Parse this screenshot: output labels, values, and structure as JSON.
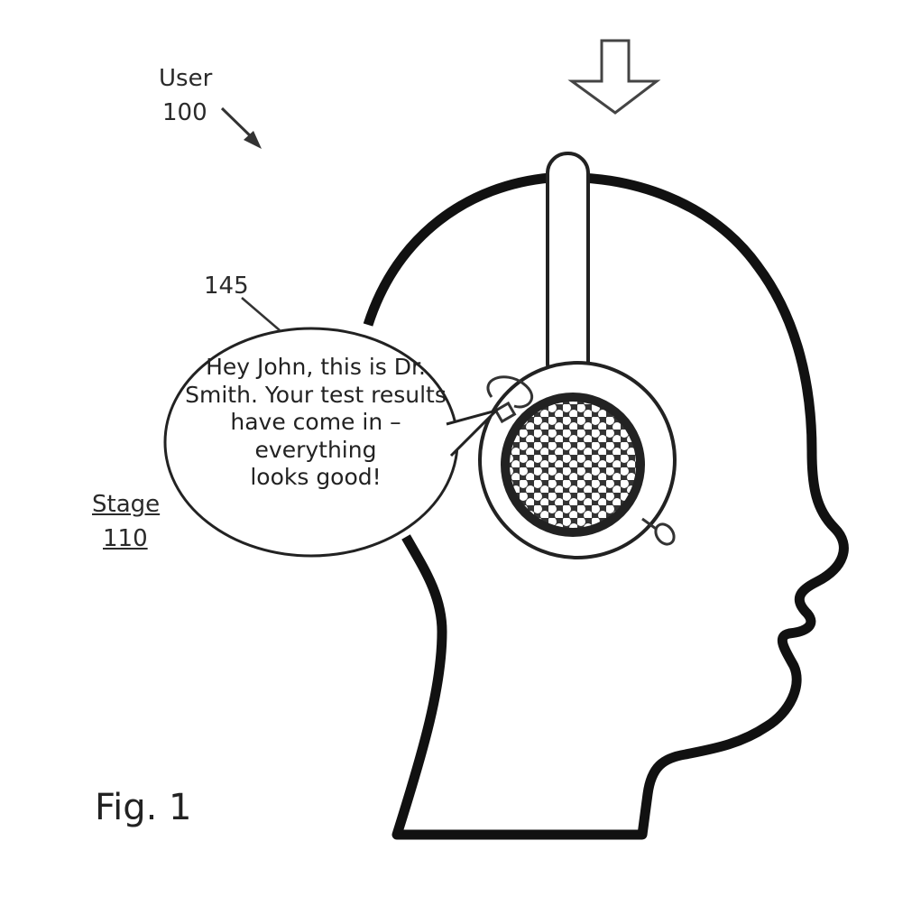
{
  "labels": {
    "user": "User",
    "user_ref": "100",
    "bubble_ref": "145",
    "stage": "Stage",
    "stage_ref": "110",
    "figure": "Fig. 1"
  },
  "speech_bubble": {
    "lines": [
      "Hey John, this is Dr.",
      "Smith. Your test results",
      "have come in –",
      "everything",
      "looks good!"
    ]
  }
}
